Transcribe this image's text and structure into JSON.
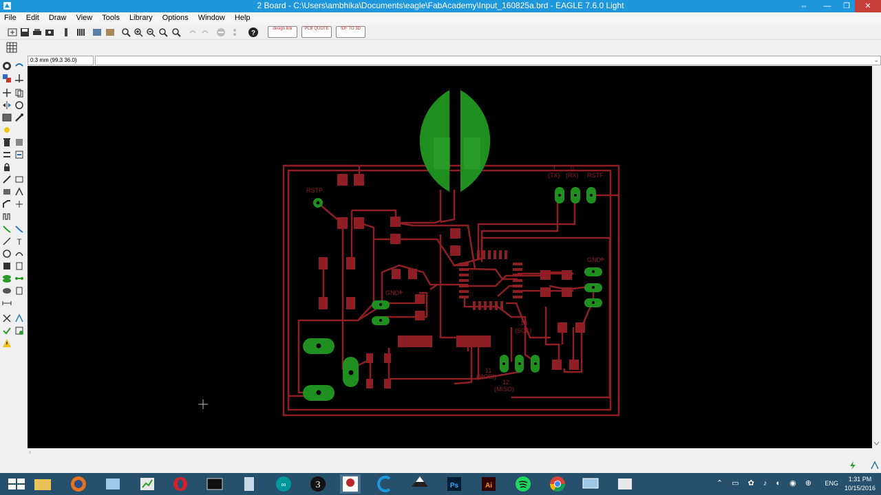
{
  "window": {
    "title": "2 Board - C:\\Users\\ambhika\\Documents\\eagle\\FabAcademy\\Input_160825a.brd - EAGLE 7.6.0 Light",
    "minimize": "—",
    "restore": "❐",
    "close": "✕",
    "resize": "⇔"
  },
  "menu": [
    "File",
    "Edit",
    "Draw",
    "View",
    "Tools",
    "Library",
    "Options",
    "Window",
    "Help"
  ],
  "toolbar": {
    "design_link_label": "design link",
    "pcb_quote_label": "PCB QUOTE",
    "idf_label": "IDF TO 3D"
  },
  "command": {
    "coordinate": "0.3 mm (99.3 36.0)",
    "input_value": ""
  },
  "board_labels": {
    "rst_left": "RSTP",
    "pin1": "1",
    "pin1_name": "(TX)",
    "pin0": "0",
    "pin0_name": "(RX)",
    "rst_right": "RSTF",
    "gnd_right": "GND",
    "gnd_mid": "GND",
    "pin13": "13",
    "pin13_name": "(SCK)",
    "pin11": "11",
    "pin11_name": "(MOSI)",
    "pin12": "12",
    "pin12_name": "(MISO)"
  },
  "colors": {
    "title_bar": "#1f97dc",
    "trace": "#8f1f25",
    "pad_copper": "#1f8f1f",
    "canvas": "#000000",
    "taskbar": "#26506b"
  },
  "taskbar": {
    "language": "ENG",
    "time": "1:31 PM",
    "date": "10/15/2016"
  }
}
